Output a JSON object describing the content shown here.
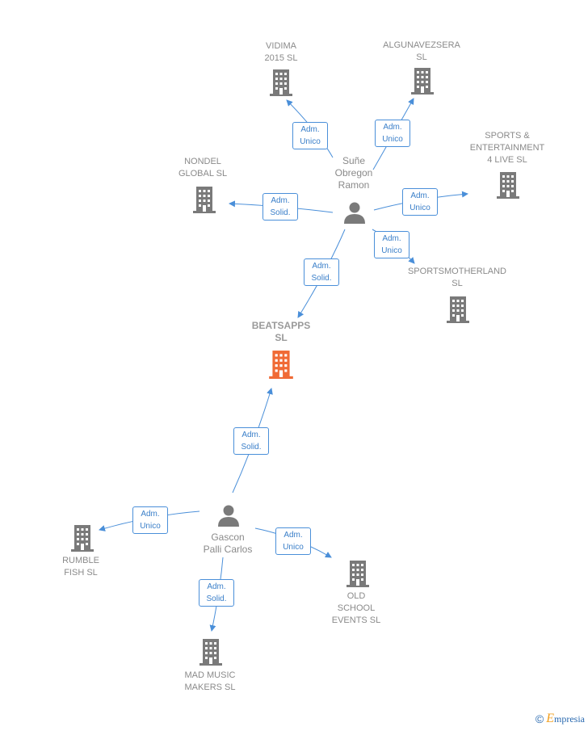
{
  "companies": {
    "vidima": "VIDIMA\n2015  SL",
    "algunavezsera": "ALGUNAVEZSERA\nSL",
    "sports": "SPORTS &\nENTERTAINMENT\n4 LIVE  SL",
    "nondel": "NONDEL\nGLOBAL SL",
    "sportsmotherland": "SPORTSMOTHERLAND\nSL",
    "beatsapps": "BEATSAPPS\nSL",
    "rumble": "RUMBLE\nFISH  SL",
    "oldschool": "OLD\nSCHOOL\nEVENTS SL",
    "madmusic": "MAD MUSIC\nMAKERS  SL"
  },
  "persons": {
    "sune": "Suñe\nObregon\nRamon",
    "gascon": "Gascon\nPalli Carlos"
  },
  "edges": {
    "sune_vidima": "Adm.\nUnico",
    "sune_alguna": "Adm.\nUnico",
    "sune_sports": "Adm.\nUnico",
    "sune_nondel": "Adm.\nSolid.",
    "sune_motherland": "Adm.\nUnico",
    "sune_beatsapps": "Adm.\nSolid.",
    "gascon_beatsapps": "Adm.\nSolid.",
    "gascon_rumble": "Adm.\nUnico",
    "gascon_oldschool": "Adm.\nUnico",
    "gascon_madmusic": "Adm.\nSolid."
  },
  "colors": {
    "building": "#7a7a7a",
    "main_building": "#f06a35",
    "edge": "#4a8fd9",
    "person": "#7a7a7a"
  },
  "footer": {
    "copyright": "©",
    "brand_initial": "E",
    "brand_rest": "mpresia"
  }
}
